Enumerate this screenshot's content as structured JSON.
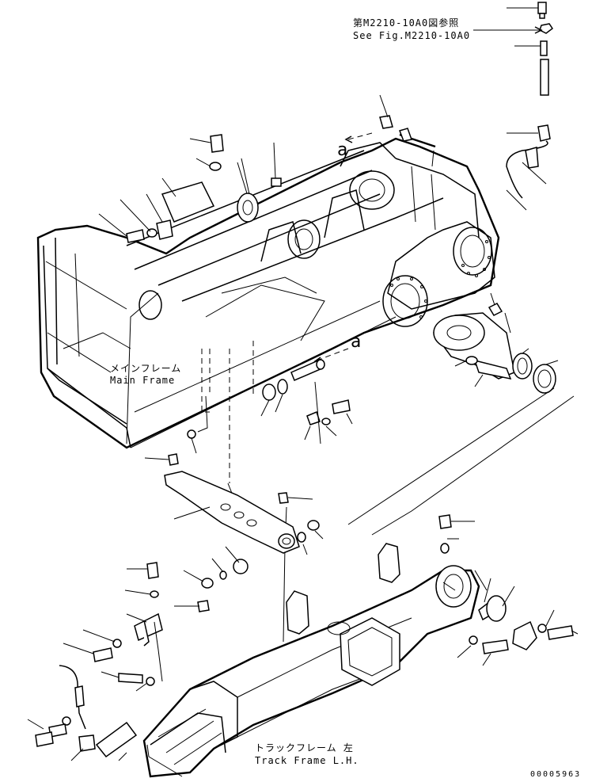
{
  "figure": {
    "reference_note_jp": "第M2210-10A0図参照",
    "reference_note_en": "See Fig.M2210-10A0",
    "main_frame_label_jp": "メインフレーム",
    "main_frame_label_en": "Main Frame",
    "track_frame_label_jp": "トラックフレーム 左",
    "track_frame_label_en": "Track Frame L.H.",
    "view_ref_1": "a",
    "view_ref_2": "a",
    "document_id": "00005963"
  }
}
